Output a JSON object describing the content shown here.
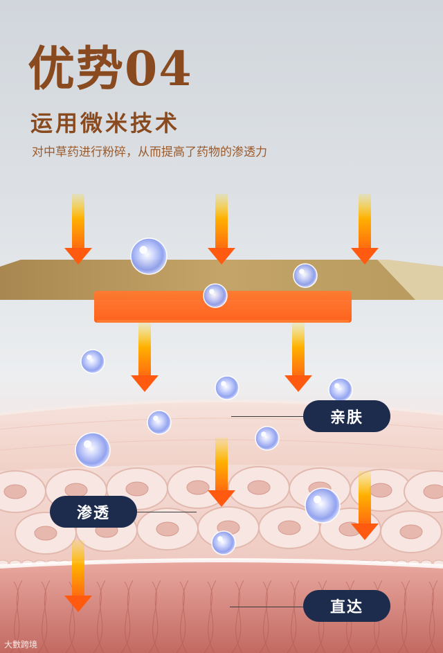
{
  "heading": {
    "title": "优势04",
    "subtitle": "运用微米技术",
    "description": "对中草药进行粉碎，从而提高了药物的渗透力"
  },
  "labels": {
    "skin": "亲肤",
    "penetrate": "渗透",
    "direct": "直达"
  },
  "watermark": "大數跨境",
  "colors": {
    "title": "#8a4a1f",
    "pill": "#1d2b4d",
    "arrow": "#ff5a10",
    "patch": "#b8945a"
  }
}
